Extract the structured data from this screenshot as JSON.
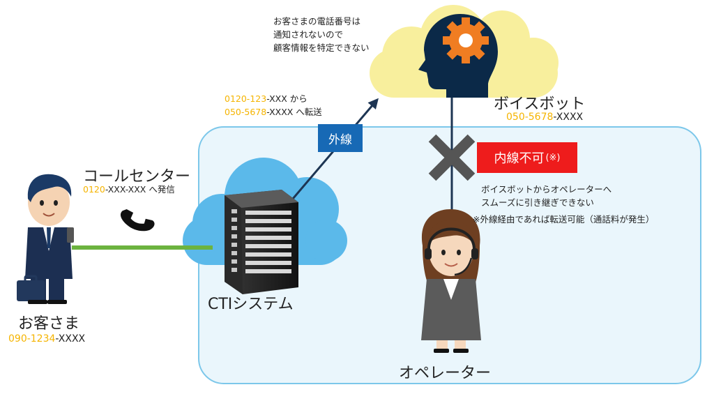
{
  "cloud_note": {
    "lines": [
      "お客さまの電話番号は",
      "通知されないので",
      "顧客情報を特定できない"
    ]
  },
  "forward_note": {
    "line1_number": "0120-123",
    "line1_rest": "-XXX から",
    "line2_number": "050-5678",
    "line2_rest": "-XXXX へ転送"
  },
  "voicebot": {
    "title": "ボイスボット",
    "number_colored": "050-5678",
    "number_rest": "-XXXX"
  },
  "outside_line_badge": "外線",
  "internal_line_badge": {
    "text": "内線不可",
    "note": "(※)"
  },
  "handoff_note": {
    "line1": "ボイスボットからオペレーターへ",
    "line2": "スムーズに引き継ぎできない",
    "line3": "※外線経由であれば転送可能（通話料が発生）"
  },
  "call_center": {
    "title": "コールセンター",
    "number_colored": "0120",
    "number_rest": "-XXX-XXX へ発信"
  },
  "customer": {
    "title": "お客さま",
    "number_colored": "090-1234",
    "number_rest": "-XXXX"
  },
  "cti": {
    "title": "CTIシステム"
  },
  "operator": {
    "title": "オペレーター"
  },
  "colors": {
    "highlight": "#f5b400",
    "area_fill": "#eaf6fc",
    "area_border": "#7cc7ea",
    "cloud_blue": "#5bb9ea",
    "cloud_yellow": "#f8ef9d",
    "line_green": "#6cb33f",
    "arrow_navy": "#1d3553",
    "badge_blue": "#1769b5",
    "badge_red": "#ee1c1c"
  }
}
